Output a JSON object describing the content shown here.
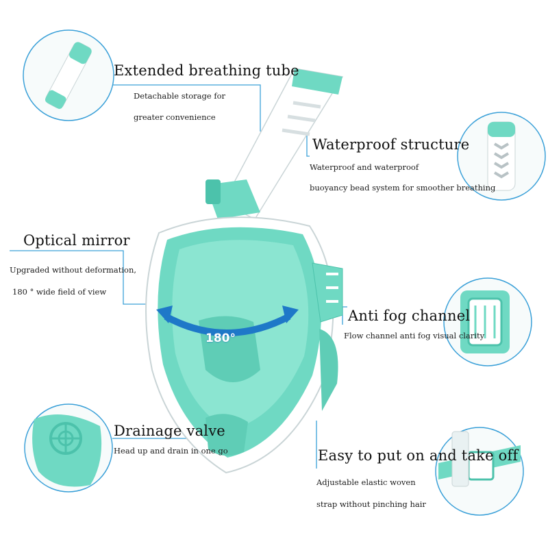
{
  "features": {
    "tube": {
      "title": "Extended breathing tube",
      "line1": "Detachable storage for",
      "line2": "greater convenience"
    },
    "waterproof": {
      "title": "Waterproof structure",
      "line1": "Waterproof and waterproof",
      "line2": "buoyancy bead system for smoother breathing"
    },
    "optical": {
      "title": "Optical mirror",
      "line1": "Upgraded without deformation,",
      "line2": "180 ° wide field of view"
    },
    "antifog": {
      "title": "Anti fog channel",
      "line1": "Flow channel anti fog visual clarity"
    },
    "drainage": {
      "title": "Drainage valve",
      "line1": "Head up and drain in one go"
    },
    "strap": {
      "title": "Easy to put on and take off",
      "line1": "Adjustable elastic woven",
      "line2": "strap without pinching hair"
    }
  },
  "fov_label": "180°",
  "colors": {
    "mint": "#6fd9c3",
    "mint_dark": "#4cc2ab",
    "callout_blue": "#3aa0d8",
    "arrow_blue": "#1e78c8"
  }
}
